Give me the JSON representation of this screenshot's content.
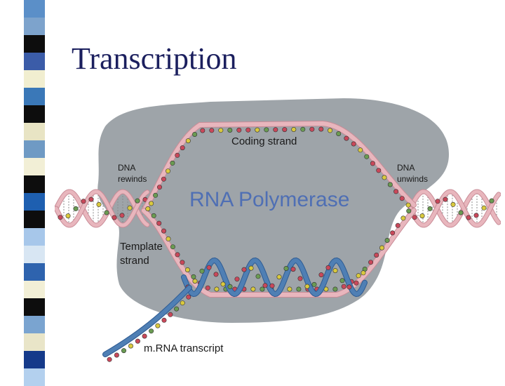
{
  "slide": {
    "title": "Transcription"
  },
  "stripes": {
    "colors": [
      "#5b8fc8",
      "#7da3cc",
      "#0d0d0d",
      "#3b5ca8",
      "#f1eed0",
      "#3a78b8",
      "#0d0d0d",
      "#e8e4c4",
      "#6f9ac4",
      "#f2efd6",
      "#0d0d0d",
      "#1e5fb0",
      "#0d0d0d",
      "#a7c7ea",
      "#d8e6f3",
      "#2e63ae",
      "#f2efd6",
      "#0d0d0d",
      "#7aa4d0",
      "#e9e5c8",
      "#153a8a",
      "#b3d0ee"
    ]
  },
  "diagram": {
    "colors": {
      "enzyme": "#9ea4a9",
      "dna_strand": "#e8b6bd",
      "dna_strand_edge": "#c98c97",
      "rna_strand": "#4f7fb4",
      "rna_strand_edge": "#2f5c93",
      "base_red": "#c9485a",
      "base_yellow": "#d9c93e",
      "base_green": "#6a9b52"
    },
    "labels": {
      "coding_strand": "Coding strand",
      "dna_rewinds_line1": "DNA",
      "dna_rewinds_line2": "rewinds",
      "dna_unwinds_line1": "DNA",
      "dna_unwinds_line2": "unwinds",
      "rna_polymerase": "RNA Polymerase",
      "template_strand_line1": "Template",
      "template_strand_line2": "strand",
      "mrna_transcript": "m.RNA transcript"
    }
  }
}
